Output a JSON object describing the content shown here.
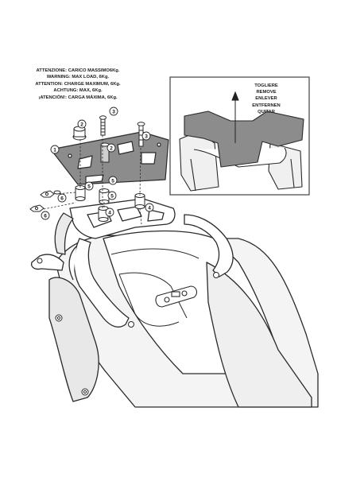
{
  "warning_lines": [
    "ATTENZIONE: CARICO MASSIMO6Kg.",
    "WARNING: MAX LOAD, 6Kg.",
    "ATTENTION: CHARGE MAXIMUM, 6Kg.",
    "ACHTUNG: MAX, 6Kg.",
    "¡ATENCIÓN!: CARGA MÁXIMA, 6Kg."
  ],
  "remove_lines": [
    "TOGLIERE",
    "REMOVE",
    "ENLEVER",
    "ENTFERNEN",
    "QUITAR"
  ],
  "callouts": {
    "c1": "1",
    "c2a": "2",
    "c2b": "2",
    "c3a": "3",
    "c3b": "3",
    "c4a": "4",
    "c4b": "4",
    "c5a": "5",
    "c5b": "5",
    "c5c": "5",
    "c6a": "6",
    "c6b": "6"
  },
  "colors": {
    "line": "#2a2a2a",
    "plate": "#8c8c8c",
    "bike_fill": "#f2f2f2",
    "inset_border": "#444444"
  }
}
